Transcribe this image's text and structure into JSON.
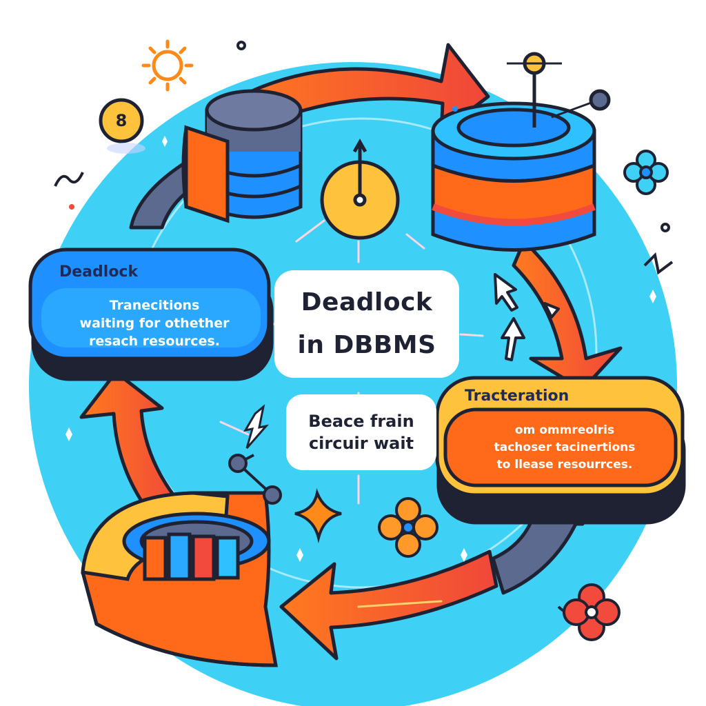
{
  "diagram": {
    "center": {
      "title_line1": "Deadlock",
      "title_line2": "in DBBMS"
    },
    "bubble": {
      "line1": "Beace frain",
      "line2": "circuir wait"
    },
    "left_card": {
      "label": "Deadlock",
      "line1": "Tranecitions",
      "line2": "waiting for othether",
      "line3": "resach resources."
    },
    "right_card": {
      "label": "Tracteration",
      "line1": "om ommreolris",
      "line2": "tachoser tacinertions",
      "line3": "to llease resourrces."
    },
    "badge": {
      "number": "8"
    }
  },
  "colors": {
    "sky": "#3fd0f5",
    "blue": "#1e90ff",
    "orange": "#ff6a1a",
    "red": "#f24a3c",
    "yellow": "#ffc23d",
    "navy": "#1f2233",
    "slate": "#5b6a8e"
  },
  "icons": [
    "database-icon",
    "clock-icon",
    "sun-icon",
    "flower-icon",
    "arrow-icon",
    "node-icon",
    "sparkle-icon",
    "bar-chart-icon"
  ]
}
